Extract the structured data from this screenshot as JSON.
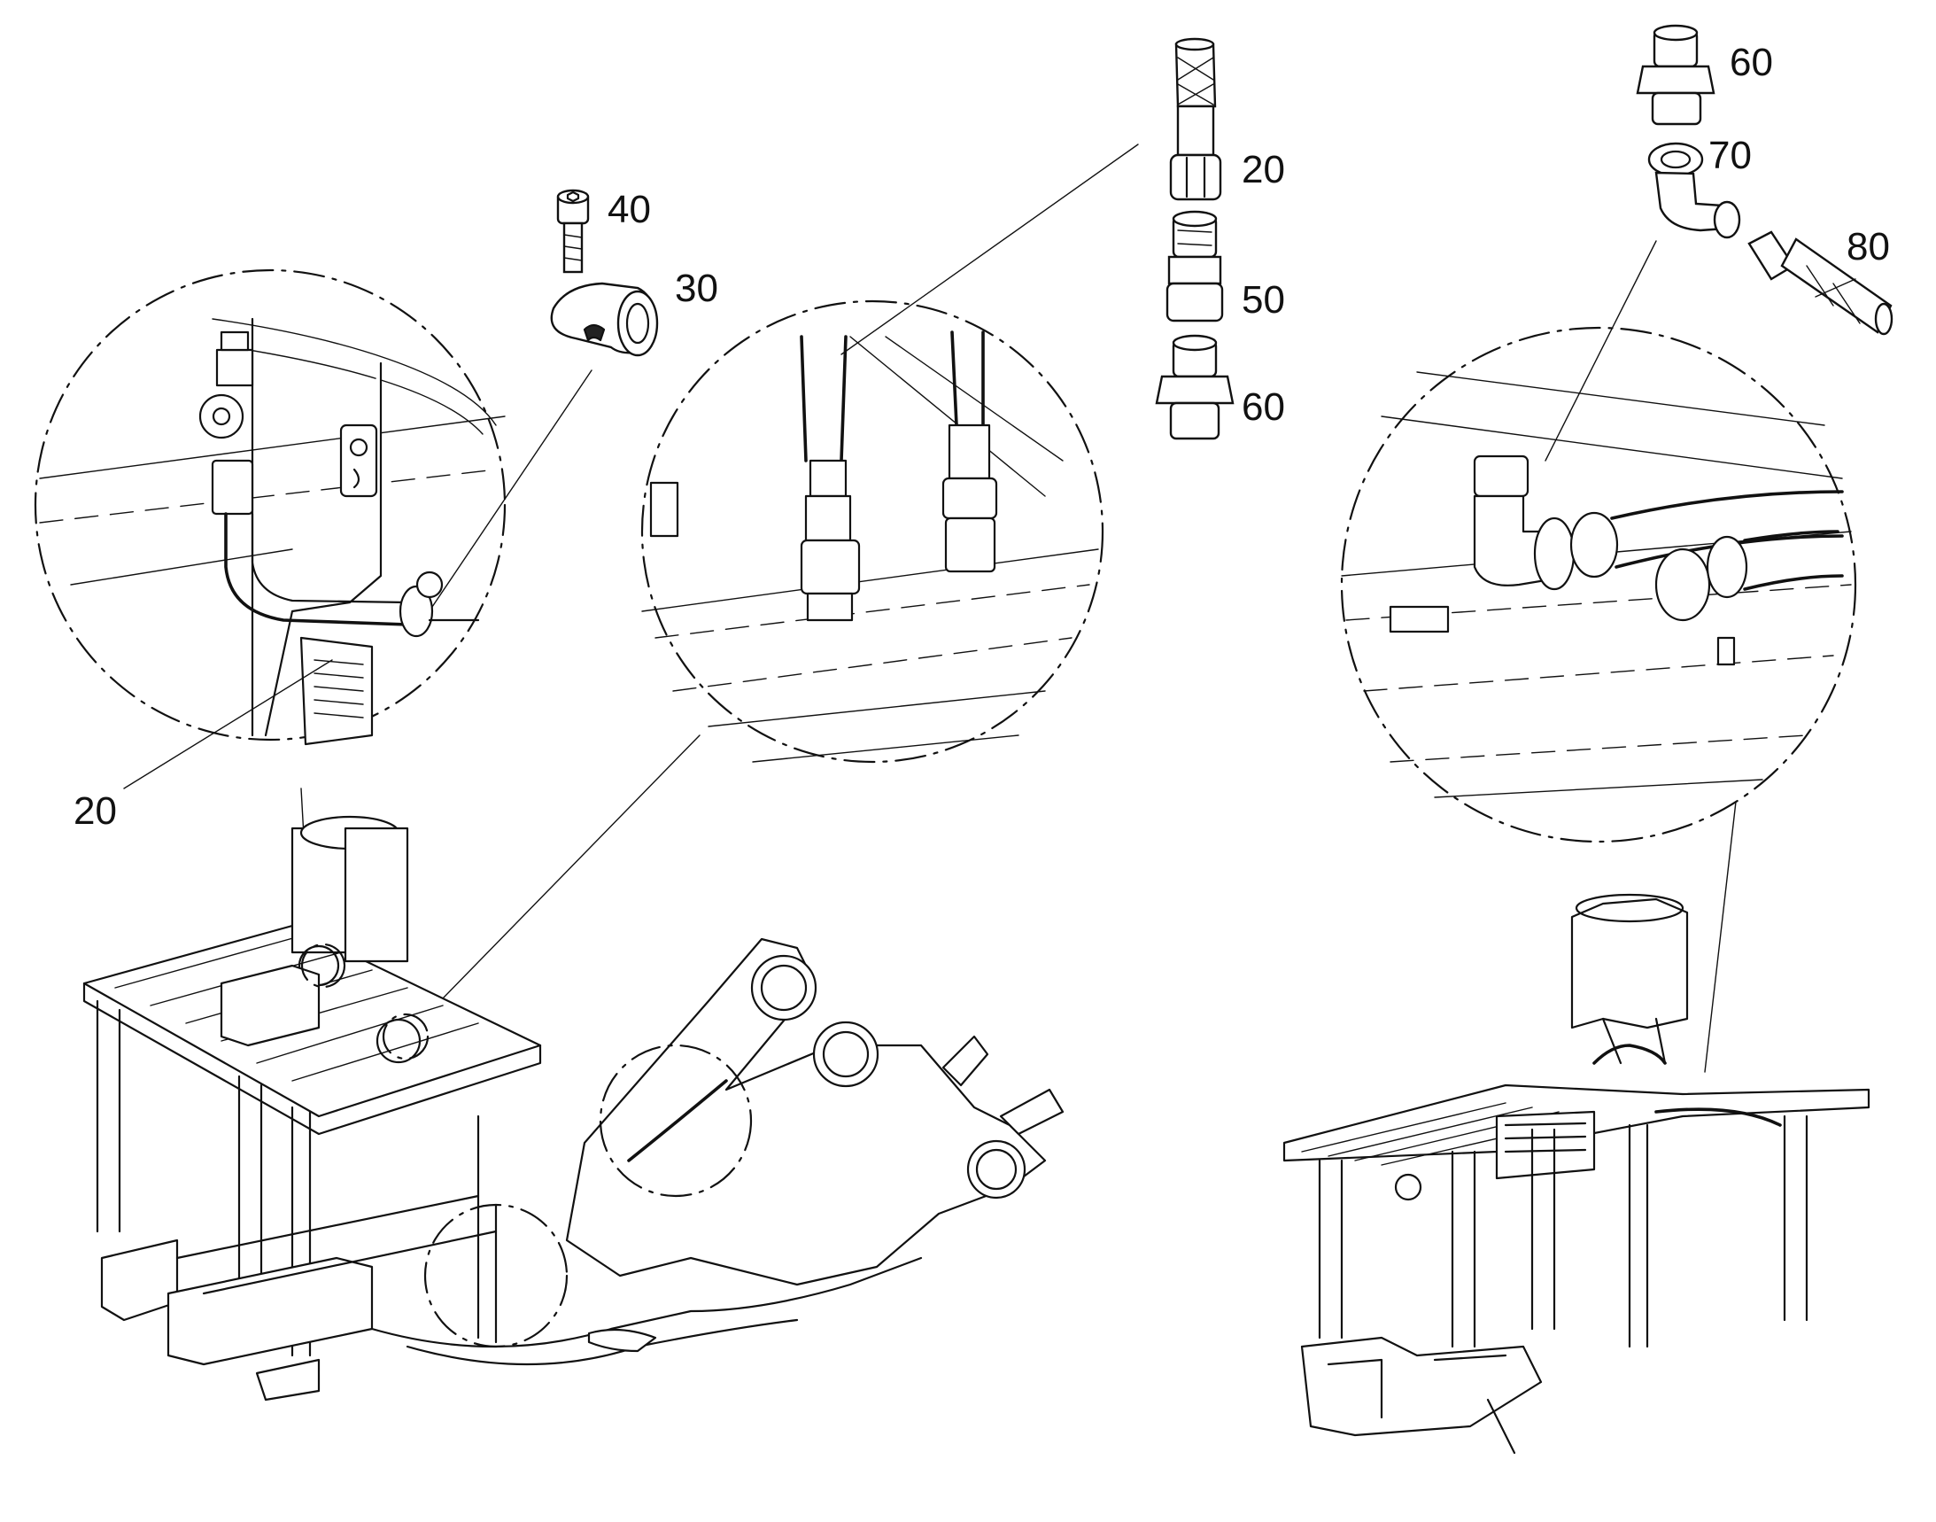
{
  "callouts": {
    "c40": "40",
    "c30": "30",
    "c20_left": "20",
    "c20_top": "20",
    "c50": "50",
    "c60_mid": "60",
    "c60_right": "60",
    "c70": "70",
    "c80": "80"
  },
  "parts": [
    {
      "item": "20",
      "icon": "hose-end-fitting-icon"
    },
    {
      "item": "30",
      "icon": "hose-clamp-icon"
    },
    {
      "item": "40",
      "icon": "socket-head-screw-icon"
    },
    {
      "item": "50",
      "icon": "straight-adapter-icon"
    },
    {
      "item": "60",
      "icon": "union-nipple-icon"
    },
    {
      "item": "70",
      "icon": "elbow-fitting-icon"
    },
    {
      "item": "80",
      "icon": "hose-with-nut-icon"
    }
  ],
  "colors": {
    "line": "#111111",
    "background": "#ffffff"
  }
}
